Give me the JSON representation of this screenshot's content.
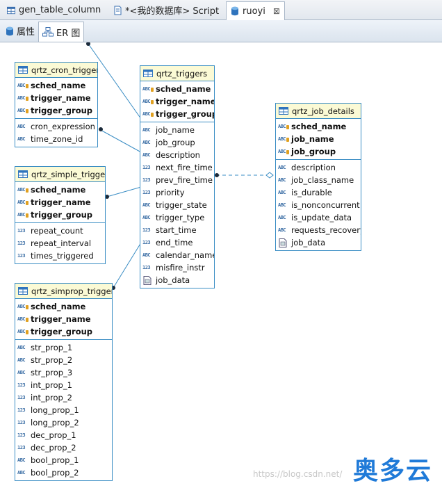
{
  "tabs": [
    {
      "label": "gen_table_column",
      "icon": "database-table-icon"
    },
    {
      "label": "*<我的数据库> Script",
      "icon": "script-icon"
    },
    {
      "label": "ruoyi",
      "icon": "database-icon",
      "active": true,
      "close": "⊠"
    }
  ],
  "subtabs": [
    {
      "label": "属性",
      "icon": "database-icon"
    },
    {
      "label": "ER 图",
      "icon": "er-diagram-icon",
      "active": true
    }
  ],
  "type_codes": {
    "string": "ABC",
    "number": "123",
    "blob": "blob"
  },
  "entities": {
    "cron": {
      "name": "qrtz_cron_triggers",
      "keys": [
        {
          "t": "ABC",
          "name": "sched_name"
        },
        {
          "t": "ABC",
          "name": "trigger_name"
        },
        {
          "t": "ABC",
          "name": "trigger_group"
        }
      ],
      "attrs": [
        {
          "t": "ABC",
          "name": "cron_expression"
        },
        {
          "t": "ABC",
          "name": "time_zone_id"
        }
      ]
    },
    "simple": {
      "name": "qrtz_simple_triggers",
      "keys": [
        {
          "t": "ABC",
          "name": "sched_name"
        },
        {
          "t": "ABC",
          "name": "trigger_name"
        },
        {
          "t": "ABC",
          "name": "trigger_group"
        }
      ],
      "attrs": [
        {
          "t": "123",
          "name": "repeat_count"
        },
        {
          "t": "123",
          "name": "repeat_interval"
        },
        {
          "t": "123",
          "name": "times_triggered"
        }
      ]
    },
    "simprop": {
      "name": "qrtz_simprop_triggers",
      "keys": [
        {
          "t": "ABC",
          "name": "sched_name"
        },
        {
          "t": "ABC",
          "name": "trigger_name"
        },
        {
          "t": "ABC",
          "name": "trigger_group"
        }
      ],
      "attrs": [
        {
          "t": "ABC",
          "name": "str_prop_1"
        },
        {
          "t": "ABC",
          "name": "str_prop_2"
        },
        {
          "t": "ABC",
          "name": "str_prop_3"
        },
        {
          "t": "123",
          "name": "int_prop_1"
        },
        {
          "t": "123",
          "name": "int_prop_2"
        },
        {
          "t": "123",
          "name": "long_prop_1"
        },
        {
          "t": "123",
          "name": "long_prop_2"
        },
        {
          "t": "123",
          "name": "dec_prop_1"
        },
        {
          "t": "123",
          "name": "dec_prop_2"
        },
        {
          "t": "ABC",
          "name": "bool_prop_1"
        },
        {
          "t": "ABC",
          "name": "bool_prop_2"
        }
      ]
    },
    "triggers": {
      "name": "qrtz_triggers",
      "keys": [
        {
          "t": "ABC",
          "name": "sched_name"
        },
        {
          "t": "ABC",
          "name": "trigger_name"
        },
        {
          "t": "ABC",
          "name": "trigger_group"
        }
      ],
      "attrs": [
        {
          "t": "ABC",
          "name": "job_name"
        },
        {
          "t": "ABC",
          "name": "job_group"
        },
        {
          "t": "ABC",
          "name": "description"
        },
        {
          "t": "123",
          "name": "next_fire_time"
        },
        {
          "t": "123",
          "name": "prev_fire_time"
        },
        {
          "t": "123",
          "name": "priority"
        },
        {
          "t": "ABC",
          "name": "trigger_state"
        },
        {
          "t": "ABC",
          "name": "trigger_type"
        },
        {
          "t": "123",
          "name": "start_time"
        },
        {
          "t": "123",
          "name": "end_time"
        },
        {
          "t": "ABC",
          "name": "calendar_name"
        },
        {
          "t": "123",
          "name": "misfire_instr"
        },
        {
          "t": "blob",
          "name": "job_data"
        }
      ]
    },
    "jobdetails": {
      "name": "qrtz_job_details",
      "keys": [
        {
          "t": "ABC",
          "name": "sched_name"
        },
        {
          "t": "ABC",
          "name": "job_name"
        },
        {
          "t": "ABC",
          "name": "job_group"
        }
      ],
      "attrs": [
        {
          "t": "ABC",
          "name": "description"
        },
        {
          "t": "ABC",
          "name": "job_class_name"
        },
        {
          "t": "ABC",
          "name": "is_durable"
        },
        {
          "t": "ABC",
          "name": "is_nonconcurrent"
        },
        {
          "t": "ABC",
          "name": "is_update_data"
        },
        {
          "t": "ABC",
          "name": "requests_recovery"
        },
        {
          "t": "blob",
          "name": "job_data"
        }
      ]
    }
  },
  "watermark": "https://blog.csdn.net/",
  "brand_logo": "奥多云",
  "colors": {
    "entity_border": "#3a8dc4",
    "entity_header": "#fbfad5",
    "link": "#3a8dc4",
    "logo": "#1f7ad8"
  }
}
